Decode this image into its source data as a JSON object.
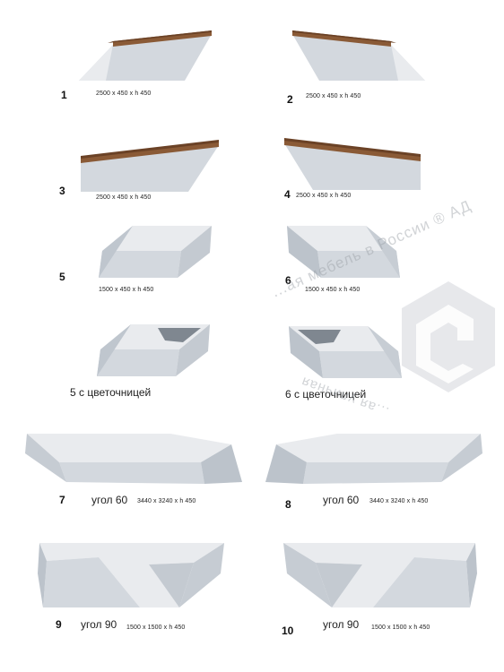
{
  "items": [
    {
      "number": "1",
      "dims": "2500 x 450 x h 450"
    },
    {
      "number": "2",
      "dims": "2500 x 450 x h 450"
    },
    {
      "number": "3",
      "dims": "2500 x 450 x h 450"
    },
    {
      "number": "4",
      "dims": "2500 x 450 x h 450"
    },
    {
      "number": "5",
      "dims": "1500 x 450 x h 450"
    },
    {
      "number": "6",
      "dims": "1500 x 450 x h 450"
    },
    {
      "caption": "5  с цветочницей"
    },
    {
      "caption": "6  с цветочницей"
    },
    {
      "number": "7",
      "angle": "угол 60",
      "dims": "3440 x 3240 x h 450"
    },
    {
      "number": "8",
      "angle": "угол 60",
      "dims": "3440 x 3240 x h 450"
    },
    {
      "number": "9",
      "angle": "угол 90",
      "dims": "1500 x 1500 x h 450"
    },
    {
      "number": "10",
      "angle": "угол 90",
      "dims": "1500 x 1500 x h 450"
    }
  ],
  "watermark": {
    "line1": "...ая мебель в России ® АД",
    "line2": "...ая уличная"
  },
  "colors": {
    "concrete_light": "#e9ebee",
    "concrete_mid": "#d3d8de",
    "concrete_dark": "#b9c0c8",
    "wood": "#8a5a36",
    "wood_dark": "#6b4226"
  }
}
